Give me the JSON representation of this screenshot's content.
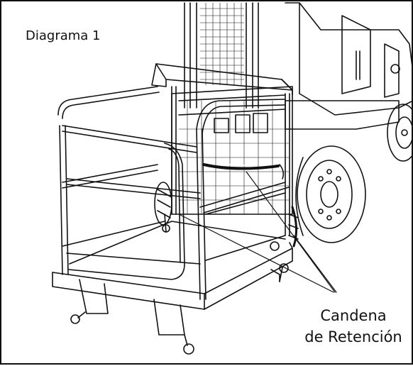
{
  "diagram": {
    "title": "Diagrama 1",
    "callout_line1": "Candena",
    "callout_line2": "de Retención"
  },
  "colors": {
    "ink": "#111111",
    "background": "#ffffff"
  }
}
